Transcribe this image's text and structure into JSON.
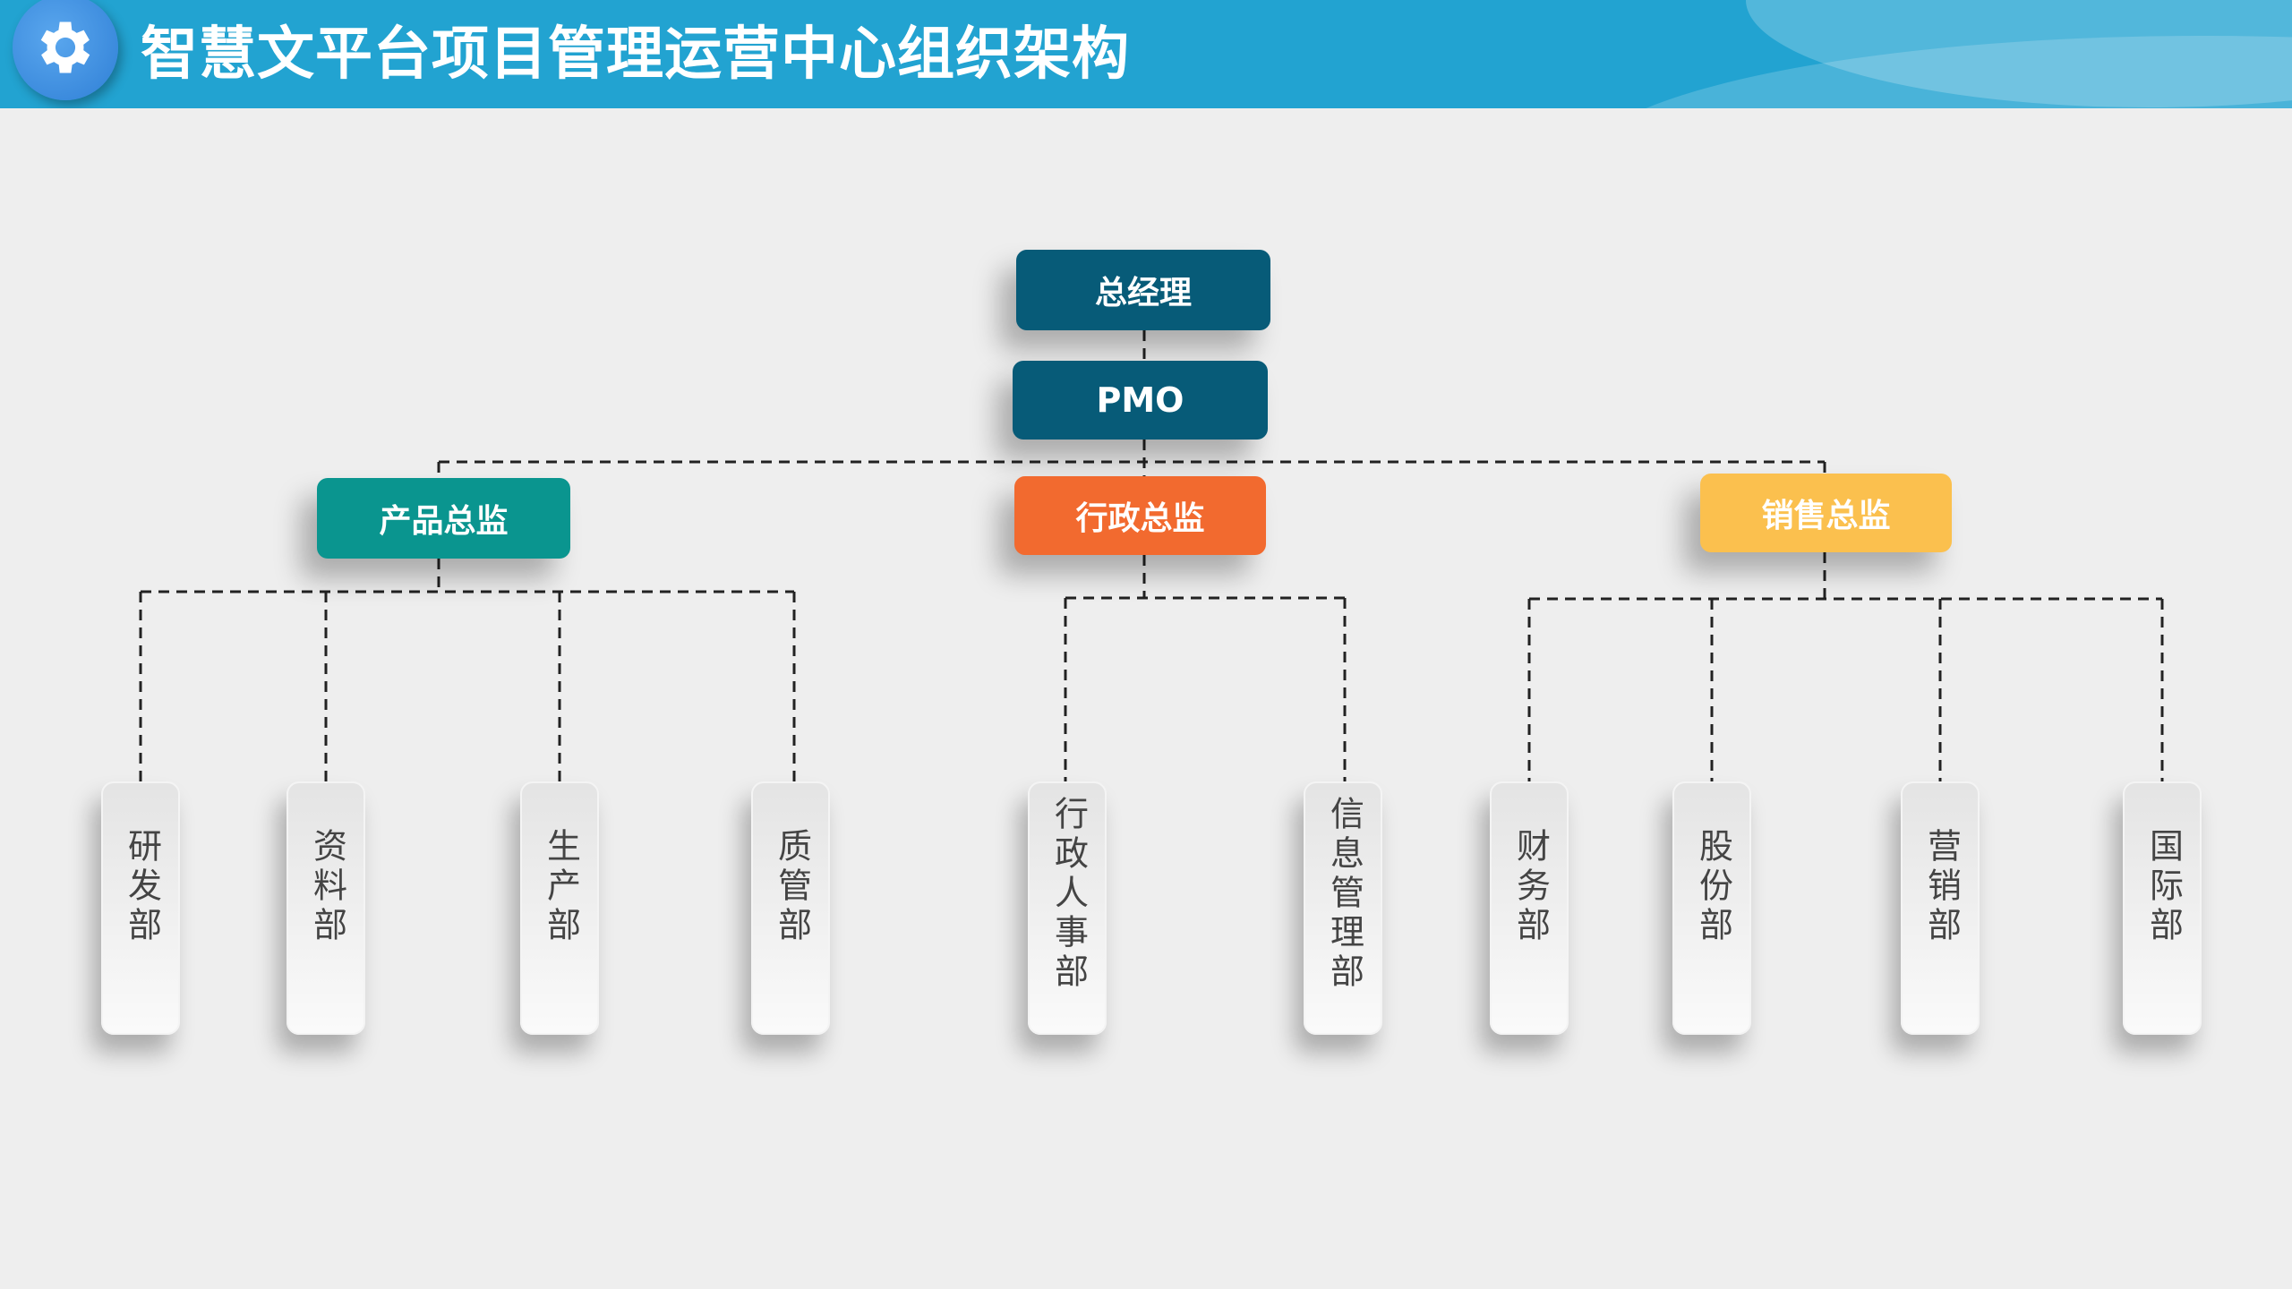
{
  "header": {
    "title": "智慧文平台项目管理运营中心组织架构",
    "icon": "gear-icon",
    "color": "#22a3d1"
  },
  "top": {
    "gm": "总经理",
    "pmo": "PMO"
  },
  "directors": [
    {
      "label": "产品总监",
      "color": "#0a958f"
    },
    {
      "label": "行政总监",
      "color": "#f26a2f"
    },
    {
      "label": "销售总监",
      "color": "#fbc04e"
    }
  ],
  "departments": [
    "研发部",
    "资料部",
    "生产部",
    "质管部",
    "行政人事部",
    "信息管理部",
    "财务部",
    "股份部",
    "营销部",
    "国际部"
  ]
}
